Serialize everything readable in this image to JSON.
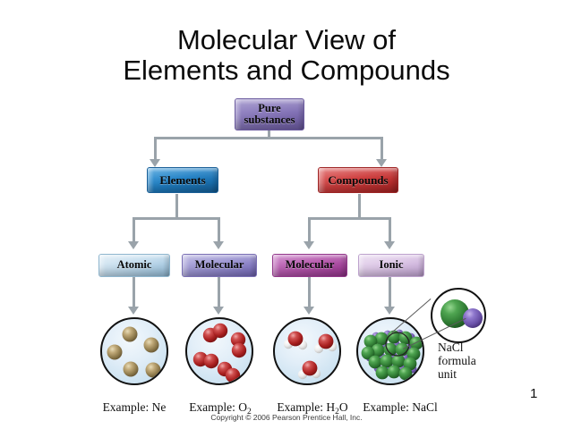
{
  "slide": {
    "title_line1": "Molecular View of",
    "title_line2": "Elements and Compounds",
    "page_number": "1",
    "copyright": "Copyright © 2006 Pearson Prentice Hall, Inc."
  },
  "flowchart": {
    "root": {
      "label_line1": "Pure",
      "label_line2": "substances",
      "color": "#8878bb"
    },
    "level2": [
      {
        "label": "Elements",
        "color": "#1f7fc4"
      },
      {
        "label": "Compounds",
        "color": "#ce3b3b"
      }
    ],
    "level3": [
      {
        "label": "Atomic",
        "color": "#c3dced",
        "parent": "Elements"
      },
      {
        "label": "Molecular",
        "color": "#9a93d1",
        "parent": "Elements"
      },
      {
        "label": "Molecular",
        "color": "#b557ac",
        "parent": "Compounds"
      },
      {
        "label": "Ionic",
        "color": "#dcc6e6",
        "parent": "Compounds"
      }
    ]
  },
  "samples": [
    {
      "example_label": "Example: Ne",
      "formula": "Ne",
      "kind": "atomic",
      "particle_color": "#9c8a5e",
      "description": "five separate neon atoms"
    },
    {
      "example_label": "Example: O",
      "example_subscript": "2",
      "formula": "O2",
      "kind": "diatomic-molecular",
      "particle_color": "#b82b2b",
      "description": "four diatomic oxygen molecules"
    },
    {
      "example_label": "Example: H",
      "example_subscript": "2",
      "example_label_tail": "O",
      "formula": "H2O",
      "kind": "molecular-compound",
      "oxygen_color": "#b82b2b",
      "hydrogen_color": "#f0f0f0",
      "description": "three water molecules"
    },
    {
      "example_label": "Example: NaCl",
      "formula": "NaCl",
      "kind": "ionic-lattice",
      "chloride_color": "#3f8f43",
      "sodium_color": "#7a5fb5",
      "description": "sodium chloride crystal lattice"
    }
  ],
  "callout": {
    "label_line1": "NaCl",
    "label_line2": "formula",
    "label_line3": "unit",
    "sphere_large_color": "#3f8f43",
    "sphere_small_color": "#7a5fb5"
  }
}
